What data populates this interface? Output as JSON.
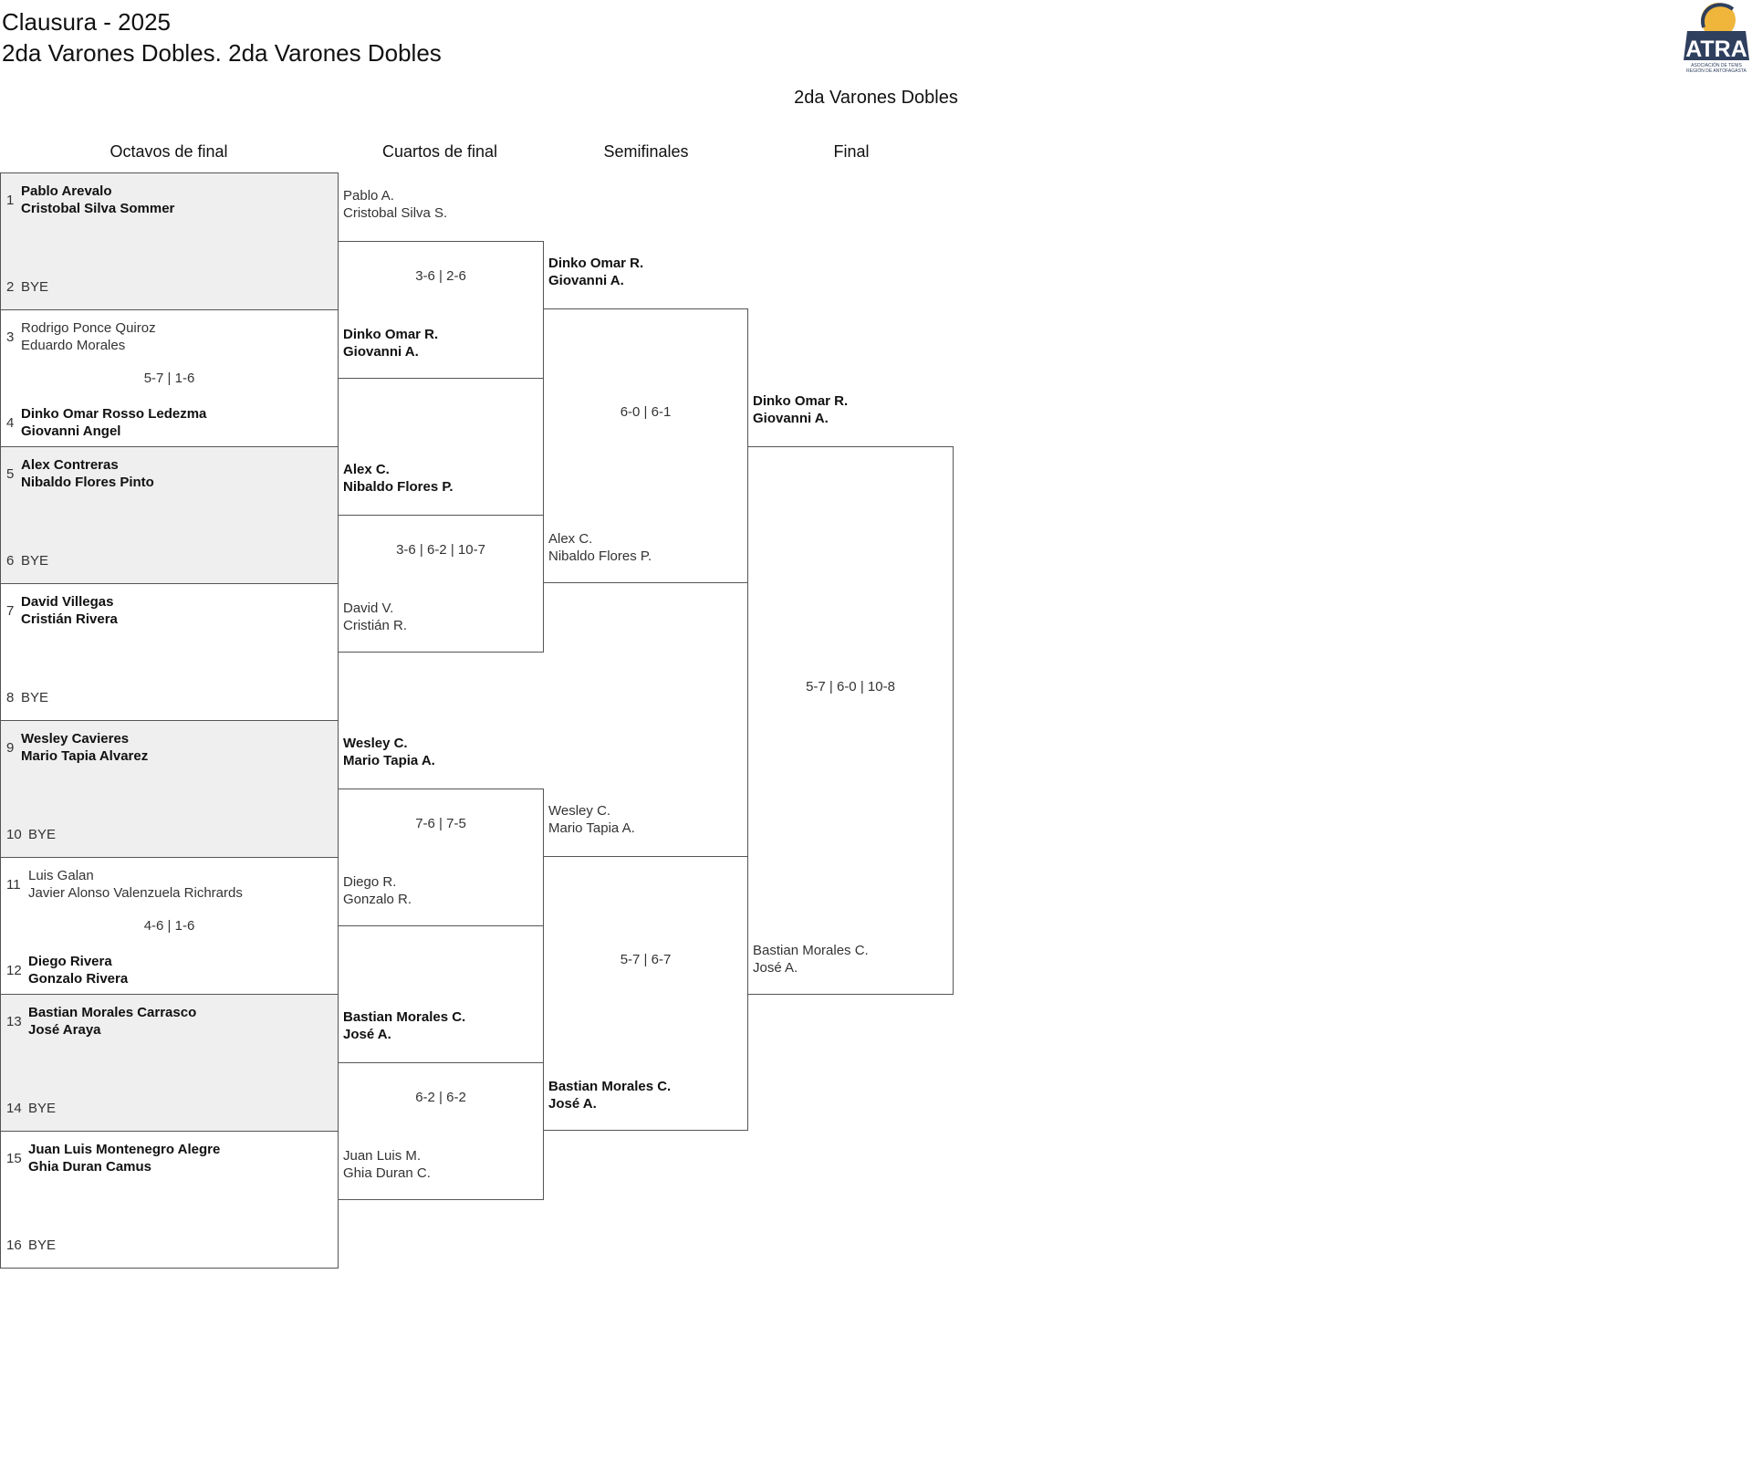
{
  "header": {
    "title": "Clausura - 2025",
    "subtitle": "2da Varones Dobles. 2da Varones Dobles",
    "logo_text": "ATRA",
    "logo_subtext": "ASOCIACIÓN DE TENIS REGIÓN DE ANTOFAGASTA"
  },
  "colors": {
    "bye_background": "#efefef",
    "border": "#555555",
    "logo_navy": "#2f3f5e",
    "logo_gold": "#f0b63c"
  },
  "bracket_title": "2da Varones Dobles",
  "rounds": [
    "Octavos de final",
    "Cuartos de final",
    "Semifinales",
    "Final"
  ],
  "octavos": [
    {
      "top": {
        "seed": "1",
        "lines": [
          "Pablo Arevalo",
          "Cristobal Silva Sommer"
        ],
        "win": true
      },
      "bottom": {
        "seed": "2",
        "lines": [
          "BYE"
        ],
        "win": false
      },
      "score": "",
      "bye": true
    },
    {
      "top": {
        "seed": "3",
        "lines": [
          "Rodrigo Ponce Quiroz",
          "Eduardo Morales"
        ],
        "win": false
      },
      "bottom": {
        "seed": "4",
        "lines": [
          "Dinko Omar Rosso Ledezma",
          "Giovanni Angel"
        ],
        "win": true
      },
      "score": "5-7 | 1-6",
      "bye": false
    },
    {
      "top": {
        "seed": "5",
        "lines": [
          "Alex Contreras",
          "Nibaldo Flores Pinto"
        ],
        "win": true
      },
      "bottom": {
        "seed": "6",
        "lines": [
          "BYE"
        ],
        "win": false
      },
      "score": "",
      "bye": true
    },
    {
      "top": {
        "seed": "7",
        "lines": [
          "David Villegas",
          "Cristián Rivera"
        ],
        "win": true
      },
      "bottom": {
        "seed": "8",
        "lines": [
          "BYE"
        ],
        "win": false
      },
      "score": "",
      "bye": false
    },
    {
      "top": {
        "seed": "9",
        "lines": [
          "Wesley Cavieres",
          "Mario Tapia Alvarez"
        ],
        "win": true
      },
      "bottom": {
        "seed": "10",
        "lines": [
          "BYE"
        ],
        "win": false
      },
      "score": "",
      "bye": true
    },
    {
      "top": {
        "seed": "11",
        "lines": [
          "Luis Galan",
          "Javier Alonso Valenzuela Richrards"
        ],
        "win": false
      },
      "bottom": {
        "seed": "12",
        "lines": [
          "Diego Rivera",
          "Gonzalo Rivera"
        ],
        "win": true
      },
      "score": "4-6 | 1-6",
      "bye": false
    },
    {
      "top": {
        "seed": "13",
        "lines": [
          "Bastian Morales Carrasco",
          "José Araya"
        ],
        "win": true
      },
      "bottom": {
        "seed": "14",
        "lines": [
          "BYE"
        ],
        "win": false
      },
      "score": "",
      "bye": true
    },
    {
      "top": {
        "seed": "15",
        "lines": [
          "Juan Luis Montenegro Alegre",
          "Ghia Duran Camus"
        ],
        "win": true
      },
      "bottom": {
        "seed": "16",
        "lines": [
          "BYE"
        ],
        "win": false
      },
      "score": "",
      "bye": false
    }
  ],
  "cuartos": [
    {
      "top": {
        "lines": [
          "Pablo A.",
          "Cristobal Silva S."
        ],
        "win": false
      },
      "bottom": {
        "lines": [
          "Dinko Omar R.",
          "Giovanni A."
        ],
        "win": true
      },
      "score": "3-6 | 2-6"
    },
    {
      "top": {
        "lines": [
          "Alex C.",
          "Nibaldo Flores P."
        ],
        "win": true
      },
      "bottom": {
        "lines": [
          "David V.",
          "Cristián R."
        ],
        "win": false
      },
      "score": "3-6 | 6-2 | 10-7"
    },
    {
      "top": {
        "lines": [
          "Wesley C.",
          "Mario Tapia A."
        ],
        "win": true
      },
      "bottom": {
        "lines": [
          "Diego R.",
          "Gonzalo R."
        ],
        "win": false
      },
      "score": "7-6 | 7-5"
    },
    {
      "top": {
        "lines": [
          "Bastian Morales C.",
          "José A."
        ],
        "win": true
      },
      "bottom": {
        "lines": [
          "Juan Luis M.",
          "Ghia Duran C."
        ],
        "win": false
      },
      "score": "6-2 | 6-2"
    }
  ],
  "semis": [
    {
      "top": {
        "lines": [
          "Dinko Omar R.",
          "Giovanni A."
        ],
        "win": true
      },
      "bottom": {
        "lines": [
          "Alex C.",
          "Nibaldo Flores P."
        ],
        "win": false
      },
      "score": "6-0 | 6-1"
    },
    {
      "top": {
        "lines": [
          "Wesley C.",
          "Mario Tapia A."
        ],
        "win": false
      },
      "bottom": {
        "lines": [
          "Bastian Morales C.",
          "José A."
        ],
        "win": true
      },
      "score": "5-7 | 6-7"
    }
  ],
  "final": [
    {
      "top": {
        "lines": [
          "Dinko Omar R.",
          "Giovanni A."
        ],
        "win": true
      },
      "bottom": {
        "lines": [
          "Bastian Morales C.",
          "José A."
        ],
        "win": false
      },
      "score": "5-7 | 6-0 | 10-8"
    }
  ]
}
